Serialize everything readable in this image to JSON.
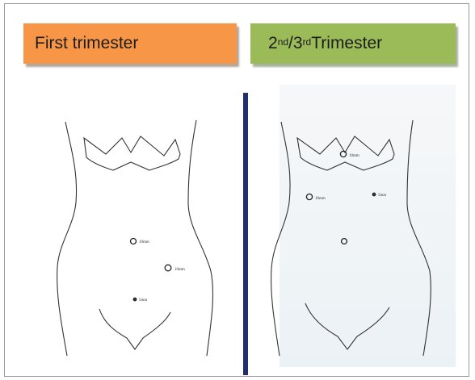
{
  "header": {
    "left_tab": {
      "label": "First trimester",
      "color": "#f79646"
    },
    "right_tab": {
      "part1": "2",
      "sup1": "nd",
      "sep": "/3",
      "sup2": "rd",
      "part2": " Trimester",
      "color": "#9bbb59"
    }
  },
  "divider_color": "#1f2f70",
  "left_diagram": {
    "ports": [
      {
        "label": "10mm"
      },
      {
        "label": "10mm"
      },
      {
        "label": "5mm"
      }
    ]
  },
  "right_diagram": {
    "ports": [
      {
        "label": "10mm"
      },
      {
        "label": "10mm"
      },
      {
        "label": "5mm"
      },
      {
        "label": ""
      }
    ]
  }
}
